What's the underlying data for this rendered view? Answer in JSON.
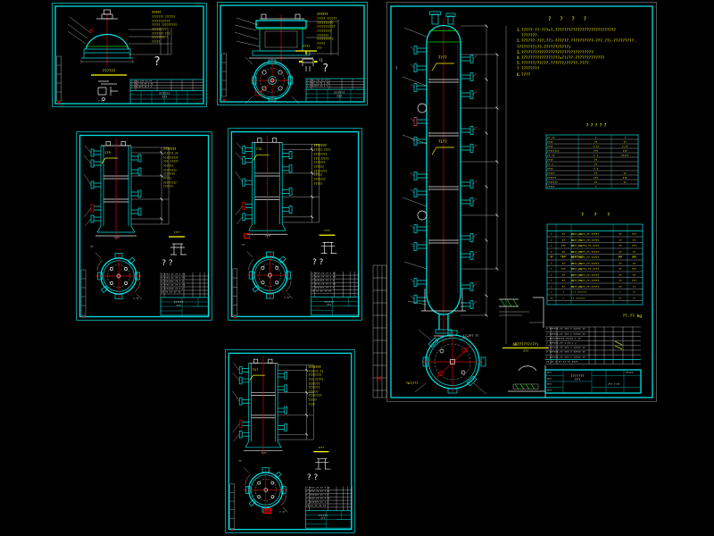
{
  "app": {
    "background": "#000000"
  },
  "colors": {
    "line": "#00e0e0",
    "annotation": "#ffff00",
    "centerline": "#dd0000",
    "tangent": "#00d400",
    "geometry": "#e8e8e8"
  },
  "sheet_a": {
    "notes": [
      "?????",
      "??????? ??????",
      "???????????",
      "????? ?????????",
      "?????????",
      "??????? ???",
      "????????",
      "?????"
    ],
    "label": "??????",
    "question": "?",
    "detail_caption": "? ??",
    "parts_rows": [
      "? ???? ??? ?? ??",
      "? ???? ??-?? ? ??",
      "? ??????? ?? ? ?"
    ],
    "title_name": "??????",
    "title_sub": "???"
  },
  "sheet_b": {
    "notes": [
      "??????",
      "????? ??????",
      "??????????",
      "???????????",
      "?????????",
      "???????",
      "??????????",
      "?????",
      "???"
    ],
    "weld_label": "????",
    "detail_label": "?1",
    "question": "?",
    "parts_rows": [
      "? ???? ??? ?? ??",
      "? ???? ??-?? ? ??",
      "? ??????? ?? ? ?"
    ],
    "title_name": "??????",
    "title_sub": "???"
  },
  "sheet_c": {
    "i_label": "?",
    "notes_title": "? ? ? ?",
    "notes": [
      "1.?????-??-???×?.???????????????????????????",
      "  ???????.",
      "2.??????-???:??)-??????.??????????-???.??)-?????????.",
      "????????(??:???????????)",
      "3.????????????????????????????????",
      "4.?????????????????=??/??-?????????????",
      "5.??????/??/??.??????/?????.????.",
      "? ????????",
      "6.????"
    ],
    "elev_label_1": "7??7",
    "elev_label_2": "?1?7",
    "tech_table": {
      "title": "?????",
      "rows": [
        {
          "k": "?? ??",
          "v1": "?",
          "v2": "?"
        },
        {
          "k": "????",
          "v1": "??",
          "v2": "??"
        },
        {
          "k": "????",
          "v1": "?.??",
          "v2": "?.??"
        },
        {
          "k": "????(??)",
          "v1": "???",
          "v2": "???"
        },
        {
          "k": "?? ??",
          "v1": "? ?",
          "v2": "?????"
        },
        {
          "k": "????",
          "v1": "??",
          "v2": ""
        },
        {
          "k": "?? ?",
          "v1": "??",
          "v2": ""
        },
        {
          "k": "????",
          "v1": "?.?",
          "v2": ""
        },
        {
          "k": "?????",
          "v1": "??",
          "v2": "??"
        },
        {
          "k": "??????",
          "v1": "???",
          "v2": "???"
        },
        {
          "k": "???????",
          "v1": "??",
          "v2": "??"
        },
        {
          "k": "?????",
          "v1": "?",
          "v2": ""
        }
      ]
    },
    "nozzle_table": {
      "title": "? ? ?",
      "headers": {
        "h1": "??",
        "h2": "????",
        "h3": "????????",
        "h4": "???",
        "h5": "??"
      },
      "rows": [
        {
          "sym": "?",
          "dn": "??",
          "std": "PN??,DN??,??-?????",
          "face": "??",
          "use": "???"
        },
        {
          "sym": "?",
          "dn": "??",
          "std": "PN??,DN??,??-?????",
          "face": "??",
          "use": "??"
        },
        {
          "sym": "?",
          "dn": "???",
          "std": "PN??,DN???,??-????",
          "face": "??",
          "use": "???"
        },
        {
          "sym": "?",
          "dn": "??",
          "std": "PN??,DN??,??-?????",
          "face": "??",
          "use": "??"
        },
        {
          "sym": "?",
          "dn": "??",
          "std": "PN??,DN??,??-?????",
          "face": "??",
          "use": "???"
        },
        {
          "sym": "?",
          "dn": "??",
          "std": "PN??,DN??,??-?????",
          "face": "??",
          "use": "??"
        },
        {
          "sym": "?",
          "dn": "???",
          "std": "PN??,DN???,??-????",
          "face": "??",
          "use": "???"
        },
        {
          "sym": "?",
          "dn": "??",
          "std": "PN??,DN??,??-?????",
          "face": "??",
          "use": "??"
        },
        {
          "sym": "?",
          "dn": "??",
          "std": "PN??,DN??,??-?????",
          "face": "??",
          "use": "???"
        },
        {
          "sym": "?",
          "dn": "??",
          "std": "PN??,DN??,??-?????",
          "face": "??",
          "use": "??"
        }
      ],
      "rows_green": [
        {
          "sym": "?",
          "dn": "?",
          "std": "?-? ??????",
          "face": "?",
          "use": "??"
        },
        {
          "sym": "??",
          "dn": "?",
          "std": "?? ??????",
          "face": "??",
          "use": "??"
        }
      ]
    },
    "weight": "??.?? kg",
    "parts_rows": [
      "? ??????-?? ??? ? ????? ??",
      "? ??????-?? ??? ? ????? ??",
      "? ?????????? ????? ? ??",
      "? ??????-?? ? ?? / /",
      "? ??????-?? ??? ? ????? ??",
      "? ??????-?? ??? ? ????? ??",
      "? ??????-?? ??? ? ????? ??",
      "?? ?? ? ?? ?? ?? ????"
    ],
    "weld_label": "AB??????(??)",
    "weld_sub": "???",
    "plan_label_left": "?A?/???",
    "plan_label_right": "L?-??? ??",
    "title_block": {
      "name": "???????",
      "sub": "???",
      "code": "?????",
      "scale": "??? ?:??",
      "left_rows": [
        "????",
        "????",
        "????",
        "????"
      ]
    }
  },
  "sheet_d": {
    "scale_label": "1?5",
    "notes": [
      "???????",
      "??????-??",
      "?????????",
      "???-?????",
      "??????",
      "????????",
      "???????",
      "?????",
      "????????",
      "??????"
    ],
    "question": "??",
    "finish": "????",
    "dim_label": "????",
    "plan_a": "??",
    "plan_b": "?,??",
    "parts_rows": [
      "? ????-?? ?? ? ??",
      "? ????-?? ?? ? ??",
      "? ??????? ?? ? ?",
      "? ????-?? ?? ? ??",
      "? ??????? ?? ? ?",
      "?? ?? ?? ?? ??"
    ],
    "title_name": "??????",
    "title_sub": "???"
  },
  "sheet_e": {
    "scale_label": "??2",
    "notes": [
      "???????",
      "?????-????",
      "????????",
      "???-?????",
      "???????",
      "??????",
      "????????",
      "?????",
      "???????",
      "?????"
    ],
    "question": "??",
    "finish": "????",
    "dim_label": "????",
    "plan_a": "??",
    "plan_b": "?,??",
    "parts_rows": [
      "? ????-?? ?? ? ??",
      "? ????-?? ?? ? ??",
      "? ??????? ?? ? ?",
      "? ????-?? ?? ? ??",
      "? ??????? ?? ? ?",
      "?? ?? ?? ?? ??"
    ],
    "title_name": "??????",
    "title_sub": "???"
  },
  "sheet_f": {
    "scale_label": "?1?",
    "notes": [
      "???????",
      "??????-??",
      "????????",
      "???-?????",
      "???????",
      "???????",
      "??????",
      "????????",
      "?????",
      "????"
    ],
    "question": "??",
    "finish": "????",
    "dim_label": "????",
    "plan_a": "??",
    "plan_b": "?,??",
    "parts_rows": [
      "? ????-?? ?? ? ??",
      "? ????-?? ?? ? ??",
      "? ??????? ?? ? ?",
      "? ????-?? ?? ? ??",
      "? ??????? ?? ? ?",
      "?? ?? ?? ?? ??"
    ],
    "title_name": "??????",
    "title_sub": "???"
  }
}
